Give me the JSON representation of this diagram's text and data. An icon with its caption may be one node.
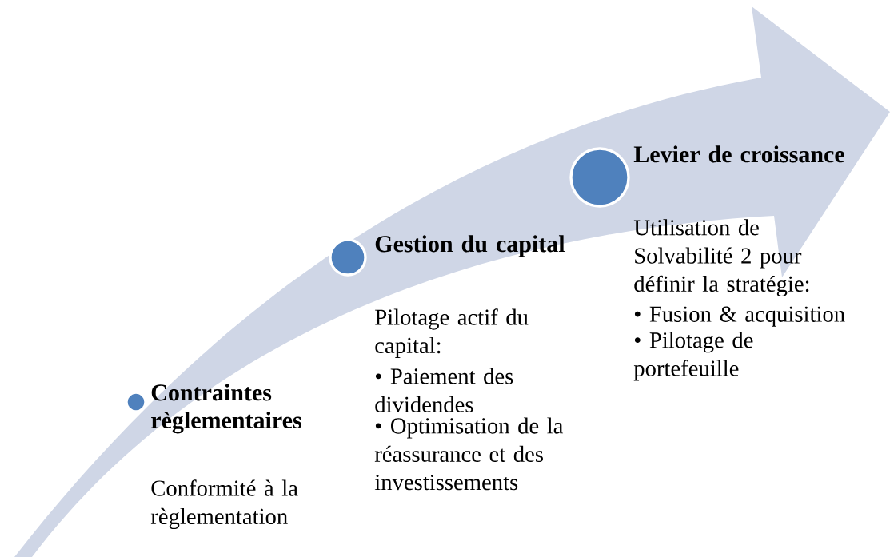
{
  "diagram": {
    "nodes": [
      {
        "text": [
          "Contraintes règlementaires",
          "Conformité à la règlementation"
        ]
      },
      {
        "text": [
          "Gestion du capital",
          "Pilotage actif du capital:",
          "• Paiement des dividendes",
          "• Optimisation de la réassurance et des investissements"
        ]
      },
      {
        "text": [
          "Levier de croissance",
          "Utilisation de Solvabilité 2 pour définir la stratégie:",
          "• Fusion & acquisition",
          "• Pilotage de portefeuille"
        ]
      }
    ]
  }
}
